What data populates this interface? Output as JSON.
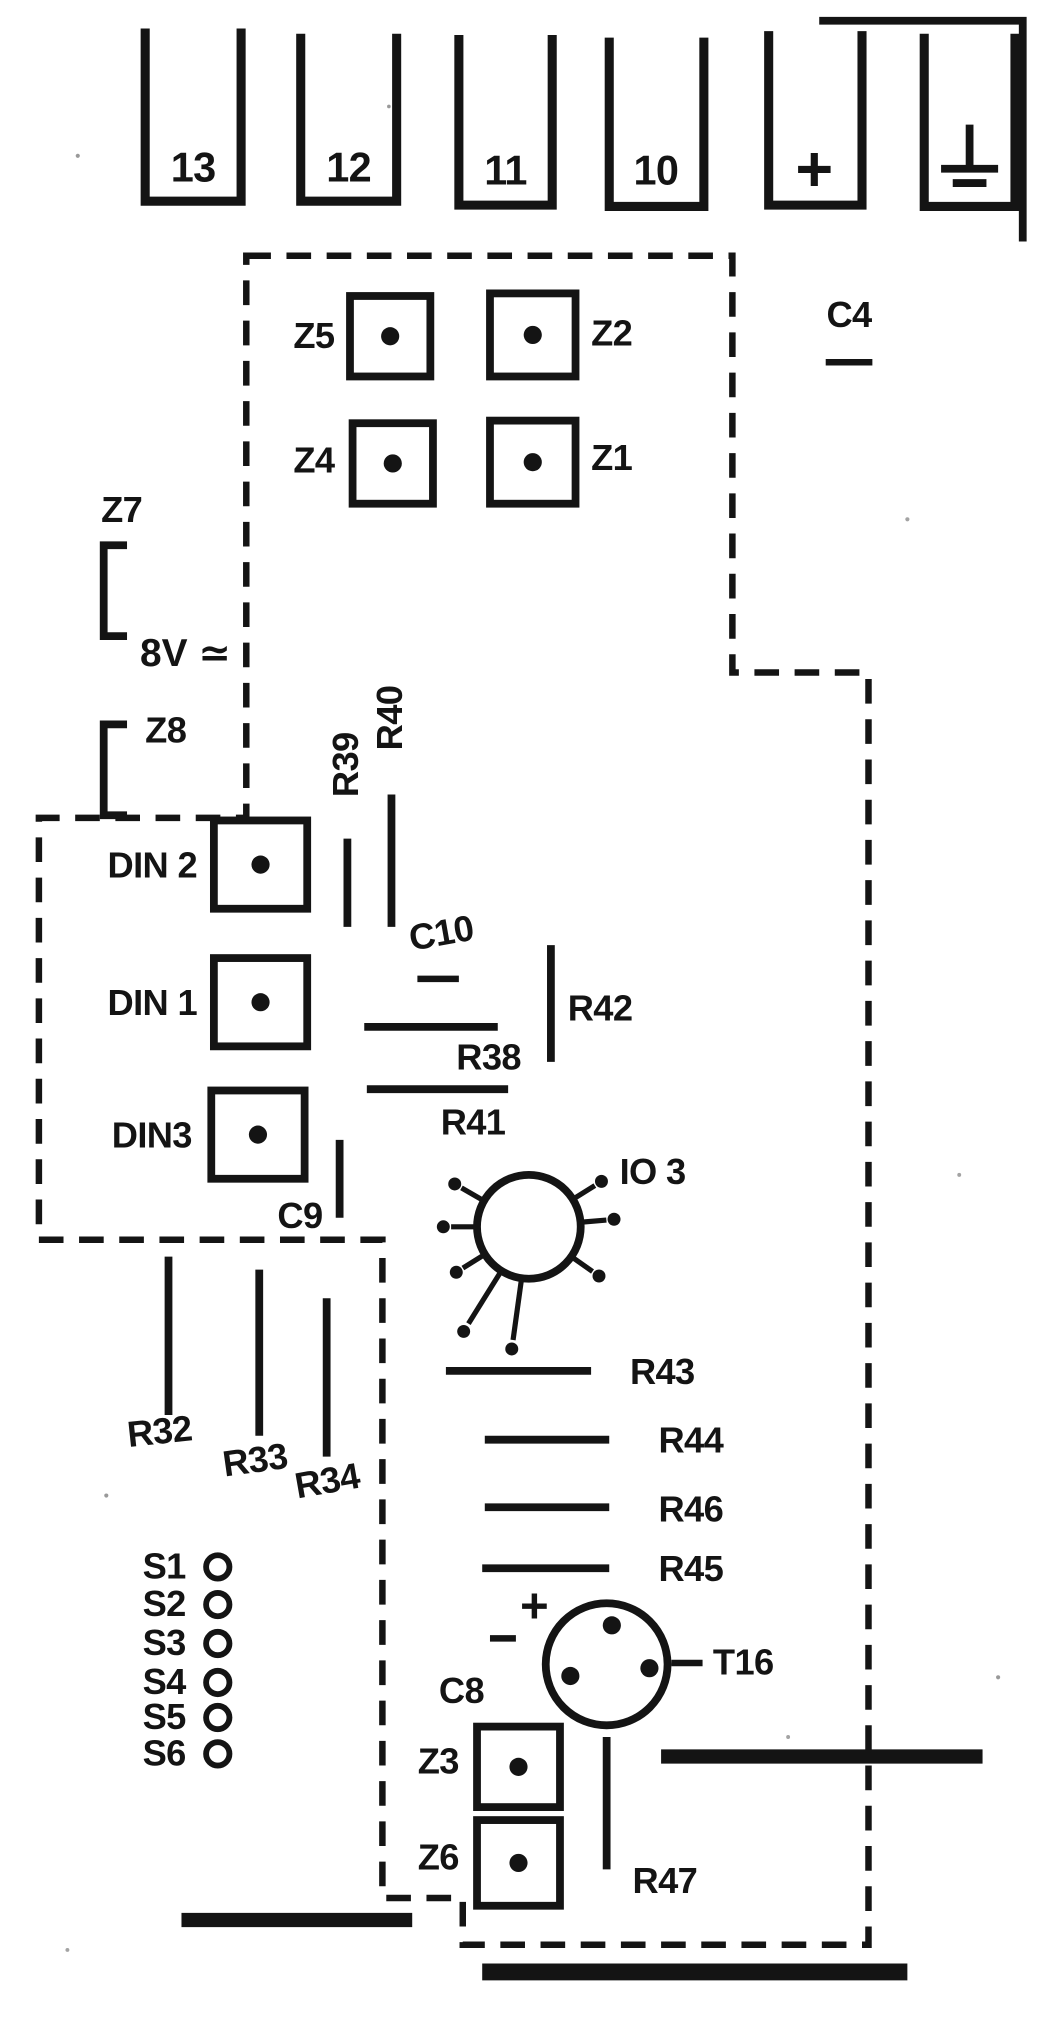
{
  "meta": {
    "title": "Scanned PCB component layout diagram",
    "colors": {
      "ink": "#141414",
      "paper": "#ffffff"
    }
  },
  "diagram": {
    "terminals": {
      "t13": "13",
      "t12": "12",
      "t11": "11",
      "t10": "10",
      "plus": "+"
    },
    "top": {
      "z5": "Z5",
      "z2": "Z2",
      "z4": "Z4",
      "z1": "Z1",
      "c4": "C4"
    },
    "left": {
      "z7": "Z7",
      "voltage": "8V ≃",
      "z8": "Z8",
      "din2": "DIN 2",
      "din1": "DIN 1",
      "din3": "DIN3",
      "c9": "C9",
      "r32": "R32",
      "r33": "R33",
      "r34": "R34",
      "s1": "S1",
      "s2": "S2",
      "s3": "S3",
      "s4": "S4",
      "s5": "S5",
      "s6": "S6"
    },
    "mid": {
      "r39": "R39",
      "r40": "R40",
      "c10": "C10",
      "r42": "R42",
      "r38": "R38",
      "r41": "R41",
      "io3": "IO 3",
      "r43": "R43",
      "r44": "R44",
      "r46": "R46",
      "r45": "R45"
    },
    "bottom": {
      "t16": "T16",
      "t16_plus": "+",
      "c8": "C8",
      "z3": "Z3",
      "z6": "Z6",
      "r47": "R47"
    }
  }
}
